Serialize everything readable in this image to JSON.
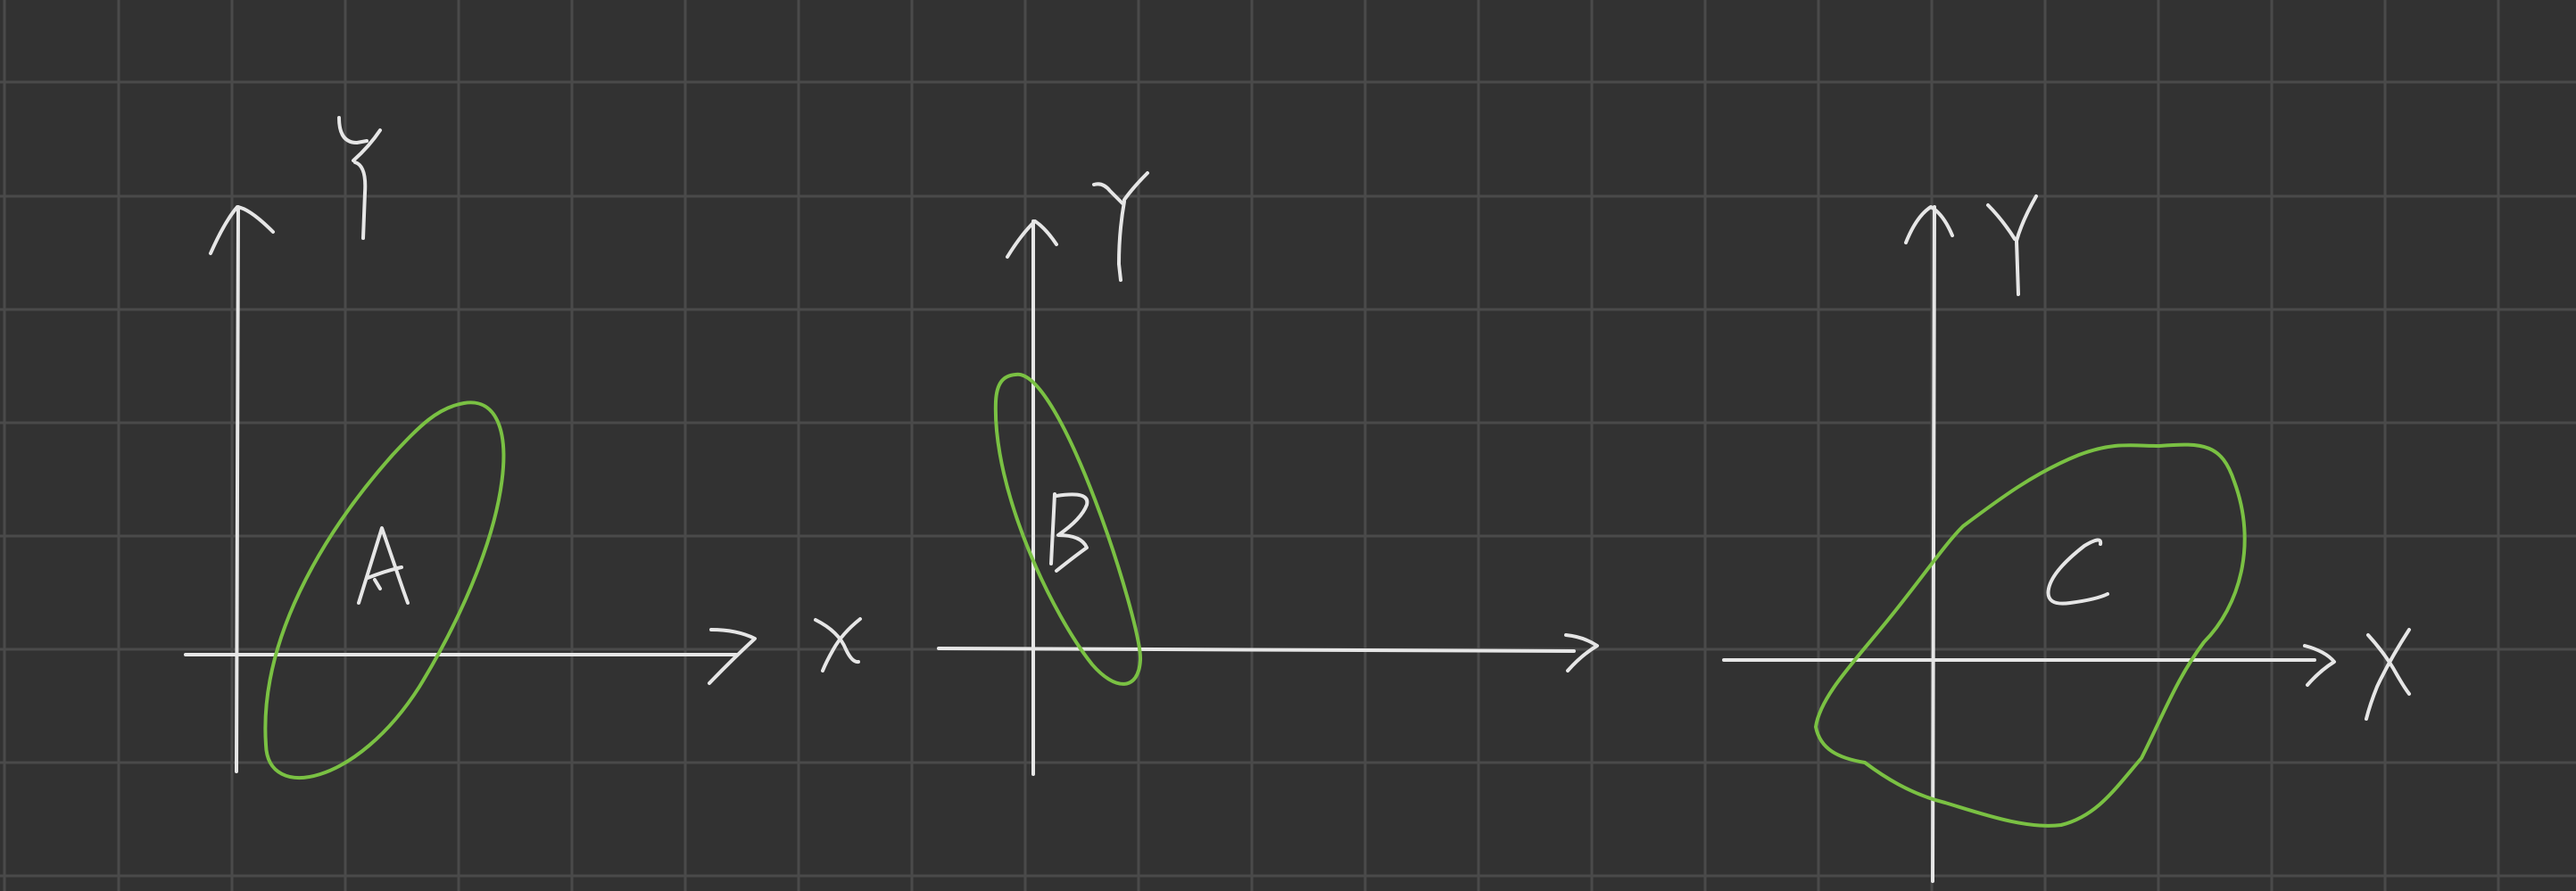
{
  "colors": {
    "background": "#323232",
    "grid": "#4a4a4a",
    "ink": "#e6e6e6",
    "region": "#7ac143"
  },
  "panels": [
    {
      "id": "A",
      "region_label": "A",
      "x_label": "x",
      "y_label": "y"
    },
    {
      "id": "B",
      "region_label": "B",
      "x_label": "",
      "y_label": "Y"
    },
    {
      "id": "C",
      "region_label": "C",
      "x_label": "X",
      "y_label": "Y"
    }
  ]
}
